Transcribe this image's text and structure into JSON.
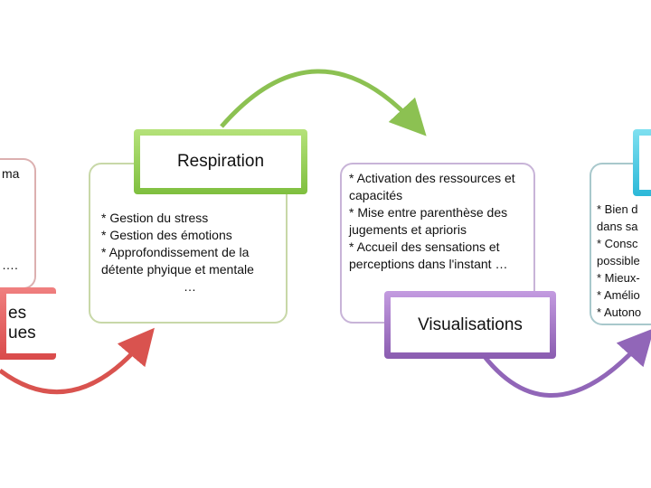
{
  "steps": [
    {
      "title_lines": [
        "es",
        "ues"
      ],
      "items": [
        "ma",
        "…."
      ],
      "color": "#e06060"
    },
    {
      "title": "Respiration",
      "items": [
        "* Gestion du stress",
        "* Gestion des émotions",
        "* Approfondissement de la détente phyique et mentale",
        "…"
      ],
      "color": "#92cf4f"
    },
    {
      "title": "Visualisations",
      "items": [
        "* Activation des ressources et capacités",
        "* Mise entre parenthèse des jugements et aprioris",
        "* Accueil des sensations et perceptions dans l'instant  …"
      ],
      "color": "#9b6bc0"
    },
    {
      "title": "",
      "items": [
        "* Bien d",
        "dans sa",
        "* Consc",
        "possible",
        "* Mieux-",
        "* Amélio",
        "* Autono"
      ],
      "color": "#3cc8e0"
    }
  ]
}
